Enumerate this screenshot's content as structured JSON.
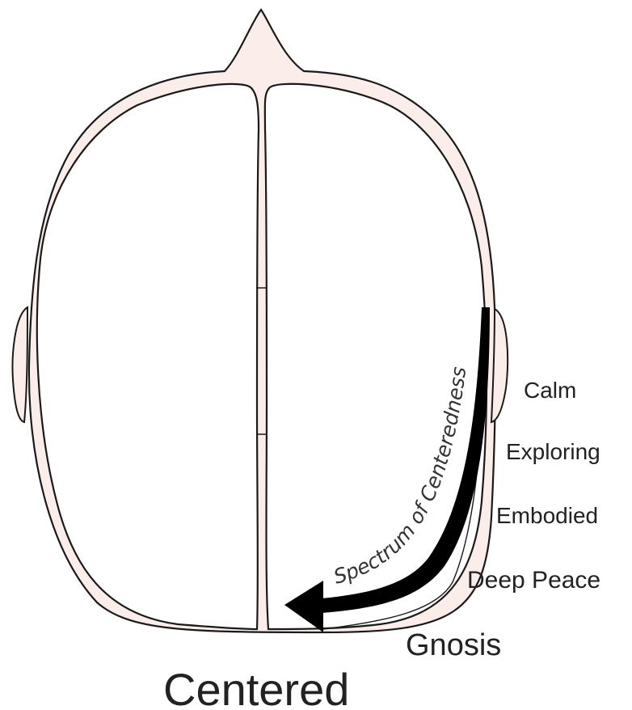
{
  "diagram": {
    "colors": {
      "outline": "#1a1a1a",
      "fill": "#fbeeea",
      "lobe": "#ffffff",
      "arrow": "#000000",
      "text": "#222222"
    },
    "arrow_label": "Spectrum of Centeredness",
    "levels": [
      "Calm",
      "Exploring",
      "Embodied",
      "Deep Peace",
      "Gnosis"
    ],
    "bottom_label": "Centered"
  }
}
